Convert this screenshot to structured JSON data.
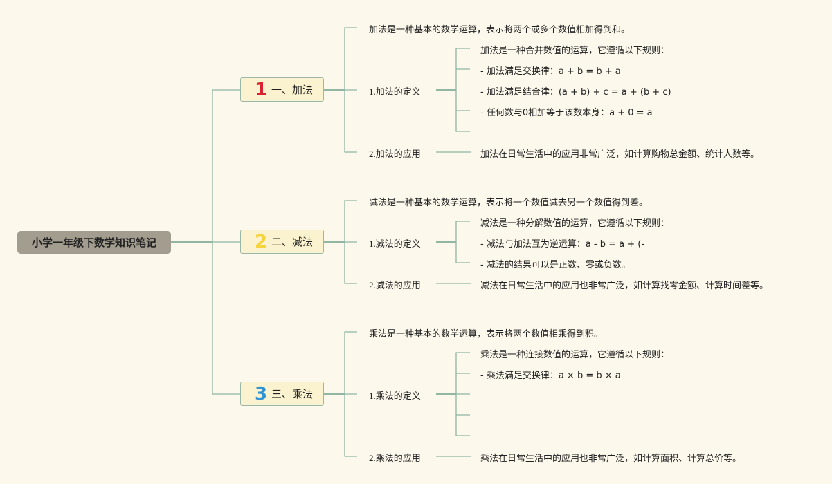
{
  "root": {
    "title": "小学一年级下数学知识笔记"
  },
  "branches": [
    {
      "number": "1",
      "number_color": "#d9232e",
      "label": "一、加法",
      "intro": "加法是一种基本的数学运算，表示将两个或多个数值相加得到和。",
      "definition": {
        "label": "1.加法的定义",
        "lines": [
          "加法是一种合并数值的运算，它遵循以下规则：",
          "- 加法满足交换律：a + b = b + a",
          "- 加法满足结合律：(a + b) + c = a + (b + c)",
          "- 任何数与0相加等于该数本身：a + 0 = a"
        ]
      },
      "application": {
        "label": "2.加法的应用",
        "text": "加法在日常生活中的应用非常广泛，如计算购物总金额、统计人数等。"
      }
    },
    {
      "number": "2",
      "number_color": "#f5d33d",
      "label": "二、减法",
      "intro": "减法是一种基本的数学运算，表示将一个数值减去另一个数值得到差。",
      "definition": {
        "label": "1.减法的定义",
        "lines": [
          "减法是一种分解数值的运算，它遵循以下规则：",
          "- 减法与加法互为逆运算：a - b = a + (-",
          "- 减法的结果可以是正数、零或负数。"
        ]
      },
      "application": {
        "label": "2.减法的应用",
        "text": "减法在日常生活中的应用也非常广泛，如计算找零金额、计算时间差等。"
      }
    },
    {
      "number": "3",
      "number_color": "#2f93d4",
      "label": "三、乘法",
      "intro": "乘法是一种基本的数学运算，表示将两个数值相乘得到积。",
      "definition": {
        "label": "1.乘法的定义",
        "lines": [
          "乘法是一种连接数值的运算，它遵循以下规则：",
          "- 乘法满足交换律：a × b = b × a"
        ]
      },
      "application": {
        "label": "2.乘法的应用",
        "text": "乘法在日常生活中的应用也非常广泛，如计算面积、计算总价等。"
      }
    }
  ]
}
